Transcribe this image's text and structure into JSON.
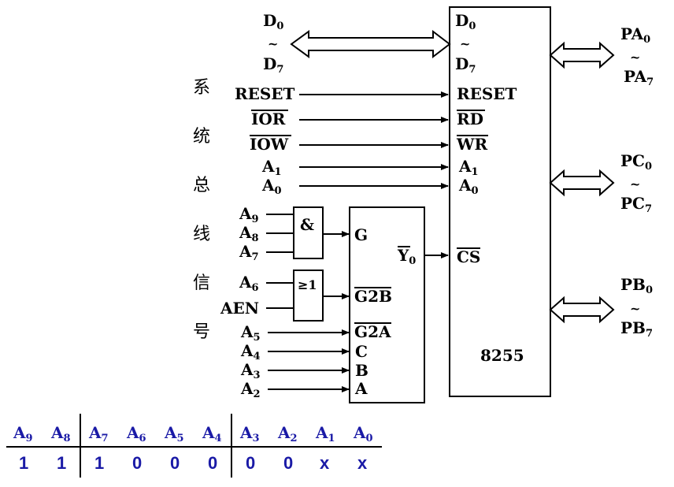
{
  "chip": {
    "name": "8255",
    "data_bus": {
      "top": "D",
      "top_sub": "0",
      "bottom": "D",
      "bottom_sub": "7"
    },
    "ports": [
      {
        "top": "PA",
        "top_sub": "0",
        "bottom": "PA",
        "bottom_sub": "7"
      },
      {
        "top": "PC",
        "top_sub": "0",
        "bottom": "PC",
        "bottom_sub": "7"
      },
      {
        "top": "PB",
        "top_sub": "0",
        "bottom": "PB",
        "bottom_sub": "7"
      }
    ],
    "pins": {
      "reset": "RESET",
      "rd": "RD",
      "wr": "WR",
      "a1": "A",
      "a1_sub": "1",
      "a0": "A",
      "a0_sub": "0",
      "cs": "CS"
    }
  },
  "system_bus": {
    "vertical_label": [
      "系",
      "统",
      "总",
      "线",
      "信",
      "号"
    ],
    "signals": {
      "reset": "RESET",
      "ior": "IOR",
      "iow": "IOW",
      "a1": "A",
      "a1_sub": "1",
      "a0": "A",
      "a0_sub": "0"
    }
  },
  "decoder": {
    "output": "Y",
    "output_sub": "0",
    "inputs": {
      "g": "G",
      "g2b": "G2B",
      "g2a": "G2A",
      "c": "C",
      "b": "B",
      "a": "A"
    }
  },
  "and_gate": {
    "symbol": "&",
    "inputs": [
      {
        "t": "A",
        "s": "9"
      },
      {
        "t": "A",
        "s": "8"
      },
      {
        "t": "A",
        "s": "7"
      }
    ]
  },
  "or_gate": {
    "symbol": "≥1",
    "inputs": [
      {
        "t": "A",
        "s": "6"
      },
      {
        "t": "AEN",
        "s": ""
      }
    ]
  },
  "decoder_direct_inputs": [
    {
      "t": "A",
      "s": "5"
    },
    {
      "t": "A",
      "s": "4"
    },
    {
      "t": "A",
      "s": "3"
    },
    {
      "t": "A",
      "s": "2"
    }
  ],
  "address_table": {
    "headers": [
      {
        "t": "A",
        "s": "9"
      },
      {
        "t": "A",
        "s": "8"
      },
      {
        "t": "A",
        "s": "7"
      },
      {
        "t": "A",
        "s": "6"
      },
      {
        "t": "A",
        "s": "5"
      },
      {
        "t": "A",
        "s": "4"
      },
      {
        "t": "A",
        "s": "3"
      },
      {
        "t": "A",
        "s": "2"
      },
      {
        "t": "A",
        "s": "1"
      },
      {
        "t": "A",
        "s": "0"
      }
    ],
    "values": [
      "1",
      "1",
      "1",
      "0",
      "0",
      "0",
      "0",
      "0",
      "x",
      "x"
    ]
  }
}
